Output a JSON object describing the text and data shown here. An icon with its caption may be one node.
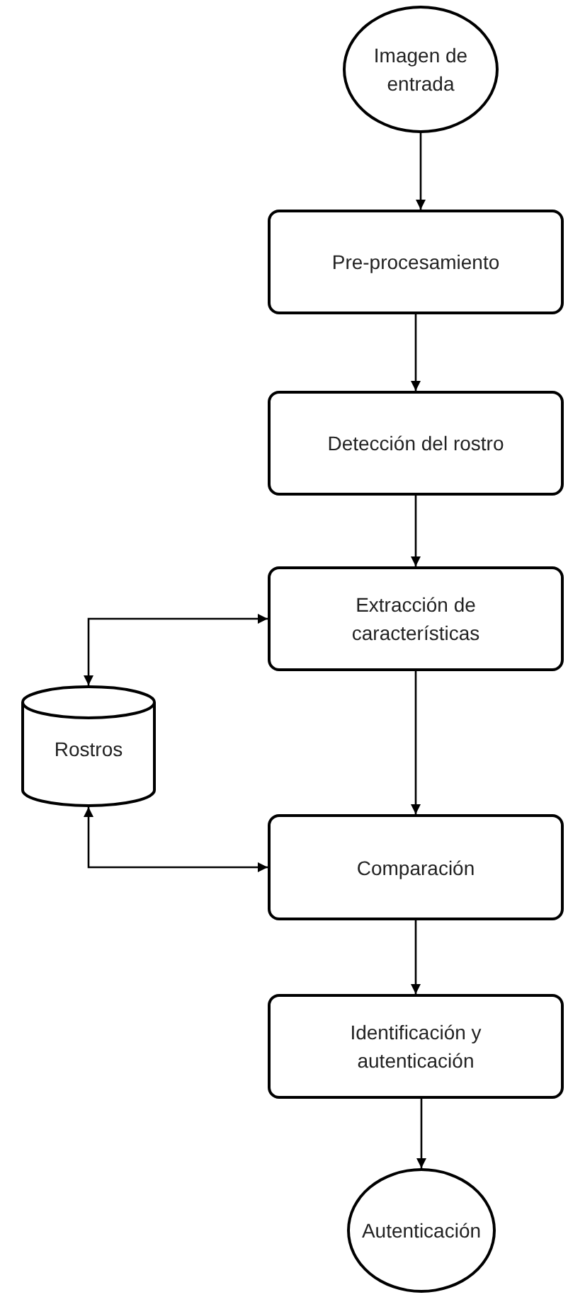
{
  "diagram": {
    "nodes": [
      {
        "text": [
          "Imagen de entrada"
        ]
      },
      {
        "text": [
          "Pre-procesamiento"
        ]
      },
      {
        "text": [
          "Detección del rostro"
        ]
      },
      {
        "text": [
          "Extracción de características"
        ]
      },
      {
        "text": [
          "Rostros"
        ]
      },
      {
        "text": [
          "Comparación"
        ]
      },
      {
        "text": [
          "Identificación y autenticación"
        ]
      },
      {
        "text": [
          "Autenticación"
        ]
      }
    ],
    "edges": [
      {
        "from": 0,
        "to": 1,
        "arrow": "to"
      },
      {
        "from": 1,
        "to": 2,
        "arrow": "to"
      },
      {
        "from": 2,
        "to": 3,
        "arrow": "to"
      },
      {
        "from": 3,
        "to": 4,
        "arrow": "both"
      },
      {
        "from": 3,
        "to": 5,
        "arrow": "to"
      },
      {
        "from": 5,
        "to": 4,
        "arrow": "both"
      },
      {
        "from": 5,
        "to": 6,
        "arrow": "to"
      },
      {
        "from": 6,
        "to": 7,
        "arrow": "to"
      }
    ]
  }
}
